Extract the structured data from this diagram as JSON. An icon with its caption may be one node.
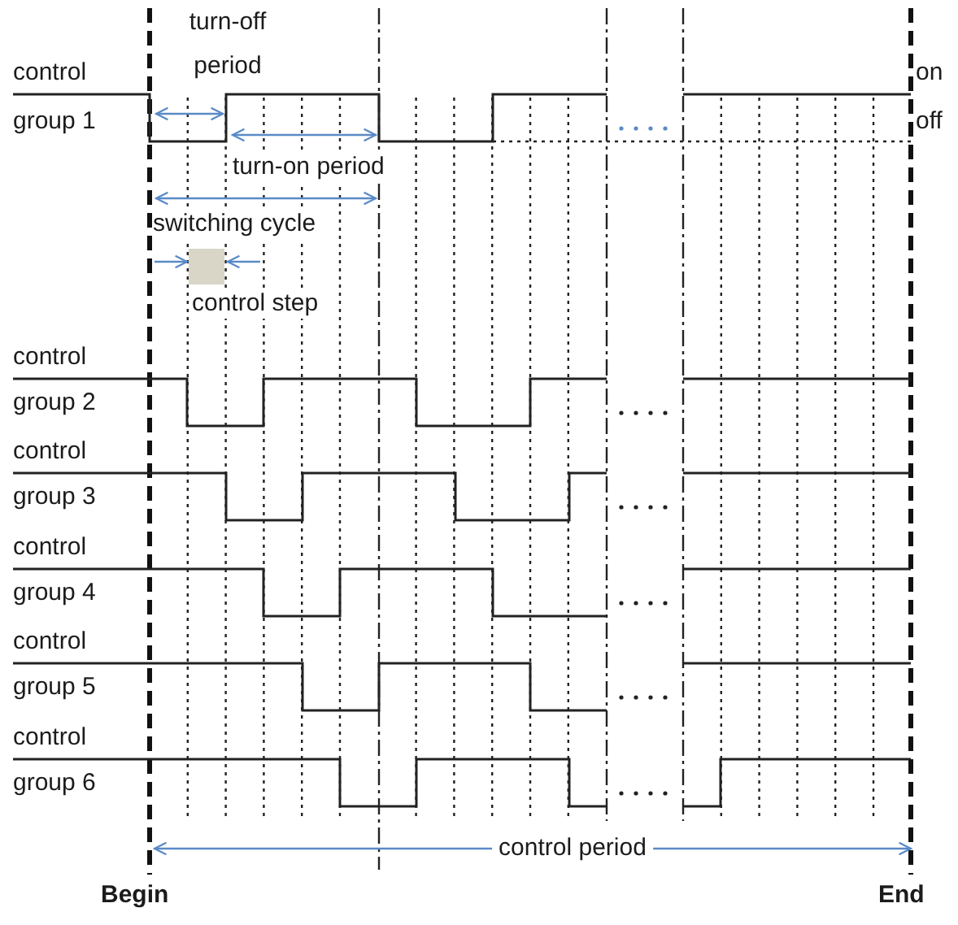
{
  "diagram": {
    "labels": [
      "turn-off period",
      "control",
      "on",
      "group 1",
      "off",
      "turn-on period",
      "switching cycle",
      "control step",
      "control",
      "group 2",
      "control",
      "group 3",
      "control",
      "group 4",
      "control",
      "group 5",
      "control",
      "group 6",
      "control period",
      "Begin",
      "End"
    ]
  }
}
